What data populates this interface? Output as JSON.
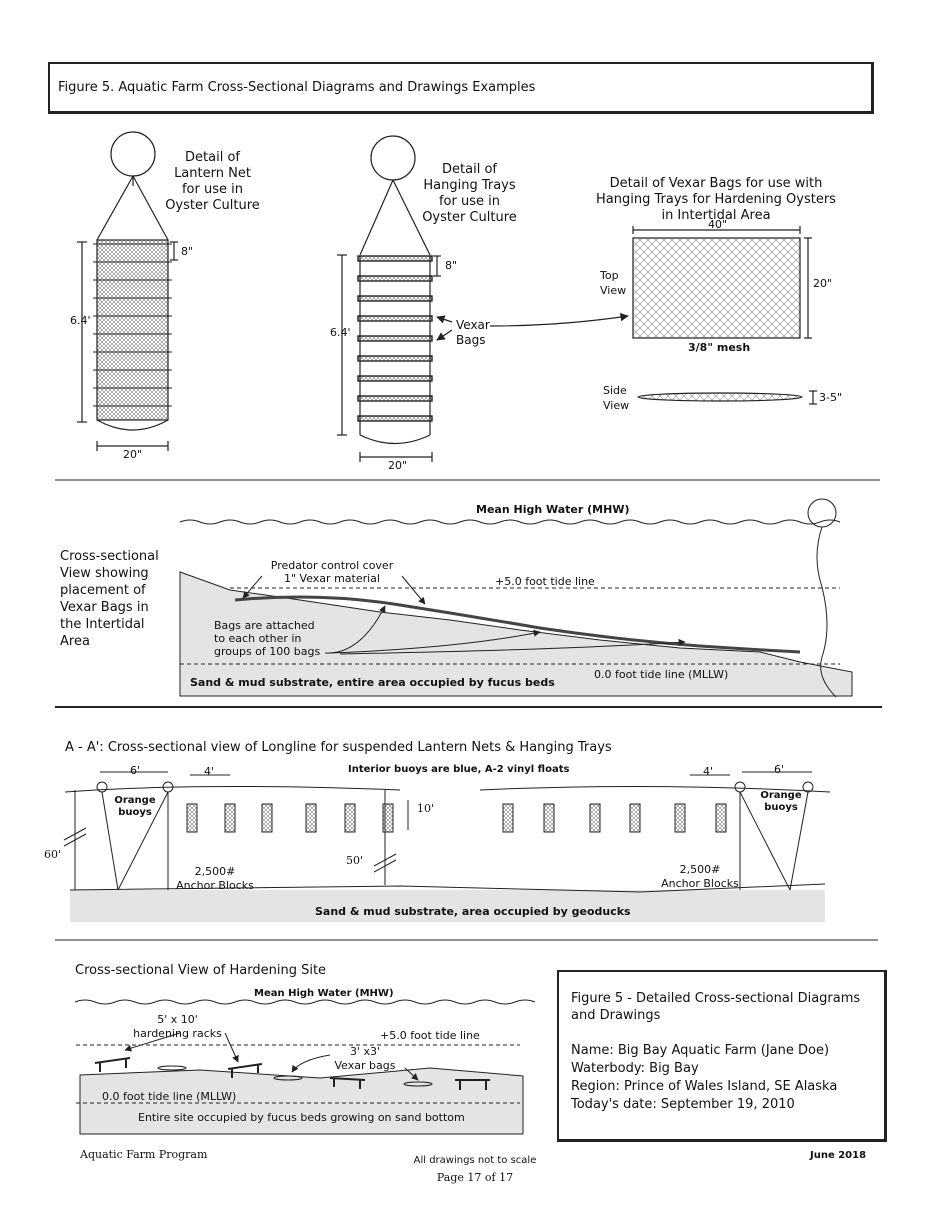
{
  "header": {
    "title": "Figure 5. Aquatic Farm Cross-Sectional Diagrams and Drawings Examples"
  },
  "lantern": {
    "title_lines": [
      "Detail of",
      "Lantern Net",
      "for use in",
      "Oyster Culture"
    ],
    "dim_8": "8\"",
    "dim_height": "6.4'",
    "dim_width": "20\""
  },
  "trays": {
    "title_lines": [
      "Detail of",
      "Hanging Trays",
      "for use in",
      "Oyster Culture"
    ],
    "dim_8": "8\"",
    "dim_height": "6.4'",
    "dim_width": "20\"",
    "vexar_label_lines": [
      "Vexar",
      "Bags"
    ]
  },
  "vexar_detail": {
    "title_lines": [
      "Detail of Vexar Bags for use with",
      "Hanging Trays for Hardening Oysters",
      "in Intertidal Area"
    ],
    "dim_40": "40\"",
    "dim_20": "20\"",
    "top_view_lines": [
      "Top",
      "View"
    ],
    "mesh": "3/8\" mesh",
    "side_view_lines": [
      "Side",
      "View"
    ],
    "dim_35": "3-5\""
  },
  "intertidal": {
    "mhw": "Mean High Water (MHW)",
    "view_lines": [
      "Cross-sectional",
      "View showing",
      "placement of",
      "Vexar Bags in",
      "the Intertidal",
      "Area"
    ],
    "cover_lines": [
      "Predator control cover",
      "1\" Vexar material"
    ],
    "tide_plus5": "+5.0 foot tide line",
    "attached_lines": [
      "Bags are attached",
      "to each other in",
      "groups of 100 bags"
    ],
    "tide_zero": "0.0 foot tide line (MLLW)",
    "substrate": "Sand & mud substrate, entire area occupied by fucus beds"
  },
  "longline": {
    "title": "A - A': Cross-sectional view of Longline for suspended Lantern Nets & Hanging Trays",
    "dim_6_left": "6'",
    "dim_4_left": "4'",
    "buoy_note": "Interior buoys are blue, A-2 vinyl floats",
    "dim_4_right": "4'",
    "dim_6_right": "6'",
    "orange_left_lines": [
      "Orange",
      "buoys"
    ],
    "orange_right_lines": [
      "Orange",
      "buoys"
    ],
    "dim_10": "10'",
    "dim_60": "60'",
    "dim_50": "50'",
    "anchor_left_lines": [
      "2,500#",
      "Anchor Blocks"
    ],
    "anchor_right_lines": [
      "2,500#",
      "Anchor Blocks"
    ],
    "substrate": "Sand & mud substrate, area occupied by geoducks"
  },
  "hardening": {
    "title": "Cross-sectional View of Hardening Site",
    "mhw": "Mean High Water (MHW)",
    "racks_lines": [
      "5' x 10'",
      "hardening racks"
    ],
    "tide_plus5": "+5.0 foot tide line",
    "bags_lines": [
      "3' x3'",
      "Vexar bags"
    ],
    "tide_zero": "0.0 foot tide line (MLLW)",
    "substrate": "Entire site occupied by fucus beds growing on sand bottom"
  },
  "info": {
    "title_lines": [
      "Figure 5 - Detailed Cross-sectional Diagrams",
      "and Drawings"
    ],
    "name": "Name: Big Bay Aquatic Farm (Jane Doe)",
    "waterbody": "Waterbody: Big Bay",
    "region": "Region: Prince of Wales Island, SE Alaska",
    "date": "Today's date: September 19, 2010"
  },
  "footer": {
    "program": "Aquatic Farm Program",
    "not_to_scale": "All drawings not to scale",
    "page": "Page 17 of 17",
    "date": "June 2018"
  }
}
